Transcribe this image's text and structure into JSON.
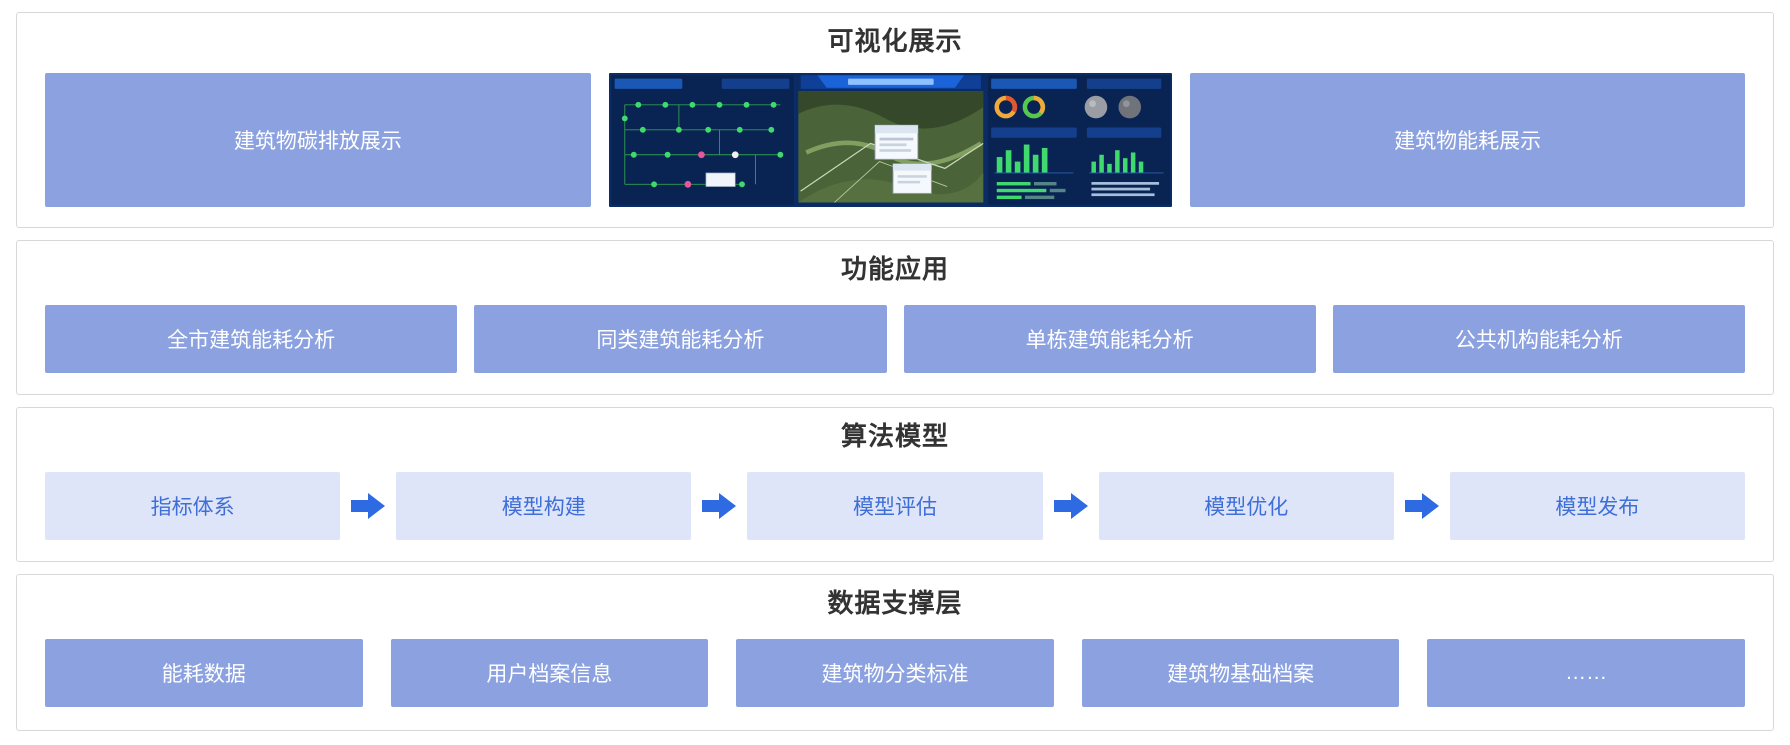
{
  "diagram": {
    "layers": {
      "visualization": {
        "title": "可视化展示",
        "left_box": "建筑物碳排放展示",
        "right_box": "建筑物能耗展示",
        "center_image": "dashboard-screenshot"
      },
      "application": {
        "title": "功能应用",
        "boxes": [
          "全市建筑能耗分析",
          "同类建筑能耗分析",
          "单栋建筑能耗分析",
          "公共机构能耗分析"
        ]
      },
      "algorithm": {
        "title": "算法模型",
        "steps": [
          "指标体系",
          "模型构建",
          "模型评估",
          "模型优化",
          "模型发布"
        ]
      },
      "data_support": {
        "title": "数据支撑层",
        "boxes": [
          "能耗数据",
          "用户档案信息",
          "建筑物分类标准",
          "建筑物基础档案",
          "……"
        ]
      }
    },
    "colors": {
      "solid_box": "#8ca2e0",
      "step_box": "#dfe5f8",
      "step_text": "#3e6ed8",
      "arrow": "#2e6be2",
      "section_border": "#d8d8d8",
      "title_text": "#333333"
    }
  }
}
